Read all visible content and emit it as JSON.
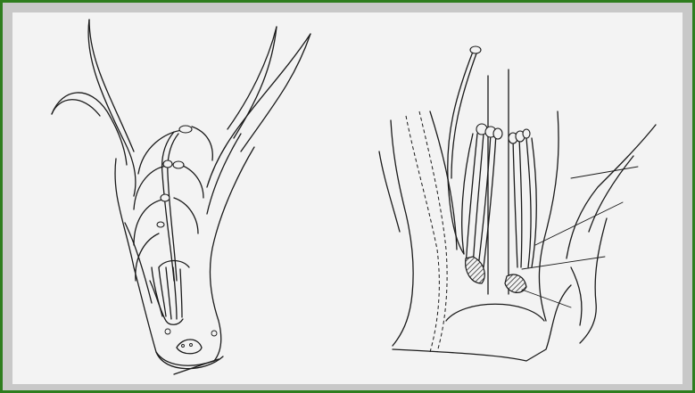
{
  "figure": {
    "panels": [
      {
        "id": "left",
        "subject": "spikelet-drawing"
      },
      {
        "id": "right",
        "subject": "floret-section-drawing"
      }
    ],
    "colors": {
      "frame_border": "#2e7d1e",
      "mat": "#c8c8c8",
      "paper": "#f3f3f3",
      "ink": "#1a1a1a"
    }
  }
}
